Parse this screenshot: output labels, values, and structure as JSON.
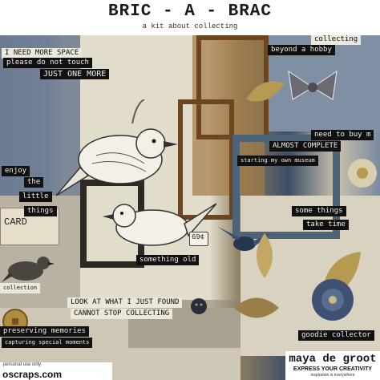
{
  "header": {
    "title": "BRIC - A - BRAC",
    "subtitle": "a kit about collecting"
  },
  "word_strips": [
    "I NEED MORE SPACE",
    "please do not touch",
    "JUST ONE MORE",
    "collecting",
    "beyond a hobby",
    "need to buy m",
    "ALMOST COMPLETE",
    "starting my own museum",
    "enjoy",
    "the",
    "little",
    "things",
    "some things",
    "take time",
    "something old",
    "LOOK AT WHAT I JUST FOUND",
    "CANNOT STOP COLLECTING",
    "preserving memories",
    "capturing special moments",
    "goodie collector",
    "collection"
  ],
  "card_text": "CARD",
  "tag_text": "69¢",
  "footer": {
    "note": "personal use only",
    "site": "oscraps.com",
    "designer": "maya de groot",
    "slogan": "EXPRESS YOUR CREATIVITY",
    "tagline": "inspiration is everywhere"
  },
  "colors": {
    "strip_bg": "#111111",
    "strip_text": "#f1efe8",
    "frame_wood": "#6d4520",
    "frame_blue": "#4d6378",
    "gold": "#b79a52"
  },
  "icons": [
    "bird-illustration",
    "bird-illustration-small",
    "sparrow",
    "hummingbird",
    "leaf",
    "ribbon-bow",
    "coin",
    "button",
    "price-tag",
    "flower"
  ]
}
